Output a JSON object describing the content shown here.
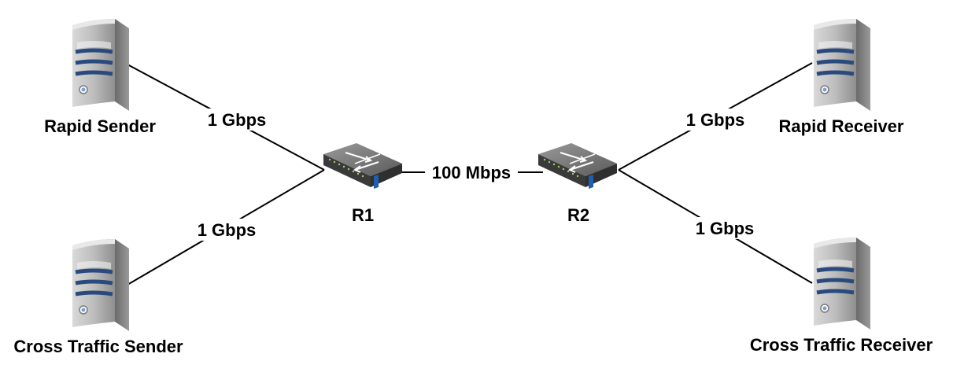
{
  "nodes": {
    "rapid_sender": {
      "label": "Rapid Sender",
      "kind": "server"
    },
    "cross_sender": {
      "label": "Cross Traffic Sender",
      "kind": "server"
    },
    "rapid_receiver": {
      "label": "Rapid Receiver",
      "kind": "server"
    },
    "cross_receiver": {
      "label": "Cross Traffic Receiver",
      "kind": "server"
    },
    "r1": {
      "label": "R1",
      "kind": "router"
    },
    "r2": {
      "label": "R2",
      "kind": "router"
    }
  },
  "links": {
    "rapid_sender_r1": {
      "label": "1 Gbps"
    },
    "cross_sender_r1": {
      "label": "1 Gbps"
    },
    "r1_r2": {
      "label": "100 Mbps"
    },
    "r2_rapid_receiver": {
      "label": "1 Gbps"
    },
    "r2_cross_receiver": {
      "label": "1 Gbps"
    }
  },
  "colors": {
    "server_body": "#8c8c8c",
    "server_stripe": "#2a4a7e",
    "router_body": "#6e6e6e",
    "router_band": "#1f5fb0",
    "line": "#000000"
  },
  "icons": {
    "server": "server-icon",
    "router": "router-icon"
  }
}
